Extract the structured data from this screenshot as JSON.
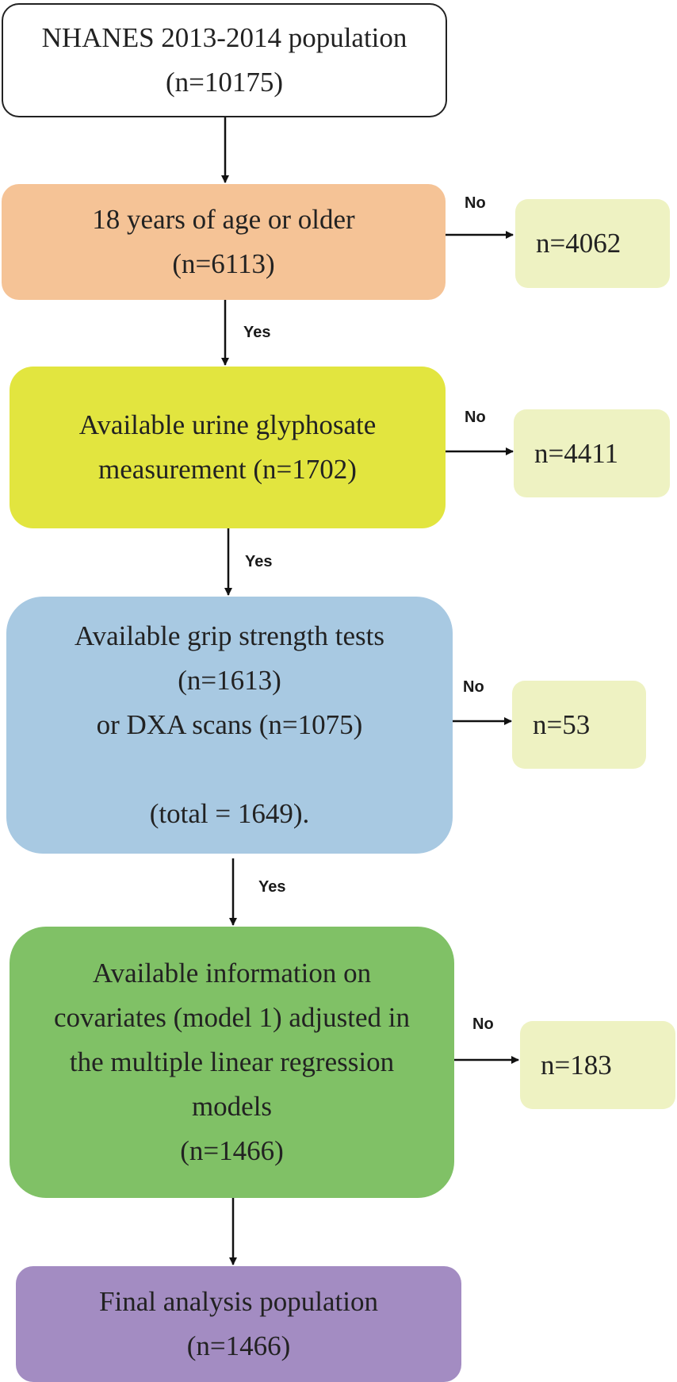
{
  "flowchart": {
    "nodes": {
      "population": {
        "line1": "NHANES 2013-2014 population",
        "line2": "(n=10175)",
        "color": "#ffffff"
      },
      "age": {
        "line1": "18 years of age or older",
        "line2": "(n=6113)",
        "color": "#f5c396"
      },
      "urine": {
        "line1": "Available urine glyphosate",
        "line2": "measurement (n=1702)",
        "color": "#e2e53f"
      },
      "grip": {
        "line1": "Available grip strength tests",
        "line2": "(n=1613)",
        "line3": "or DXA scans (n=1075)",
        "line4": "(total = 1649).",
        "color": "#a8c9e2"
      },
      "covariates": {
        "line1": "Available information on",
        "line2": "covariates (model 1) adjusted in",
        "line3": "the multiple linear regression",
        "line4": "models",
        "line5": "(n=1466)",
        "color": "#80c166"
      },
      "final": {
        "line1": "Final analysis population",
        "line2": "(n=1466)",
        "color": "#a38cc2"
      }
    },
    "excluded": {
      "age": "n=4062",
      "urine": "n=4411",
      "grip": "n=53",
      "covariates": "n=183",
      "color": "#eef2c2"
    },
    "labels": {
      "yes": "Yes",
      "no": "No"
    }
  }
}
